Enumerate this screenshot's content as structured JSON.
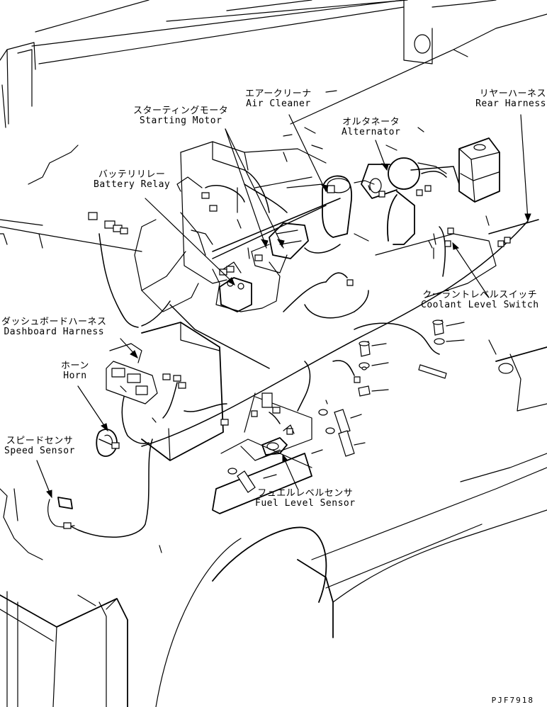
{
  "labels": {
    "starting_motor": {
      "jp": "スターティングモータ",
      "en": "Starting Motor"
    },
    "air_cleaner": {
      "jp": "エアークリーナ",
      "en": "Air Cleaner"
    },
    "alternator": {
      "jp": "オルタネータ",
      "en": "Alternator"
    },
    "rear_harness": {
      "jp": "リヤーハーネス",
      "en": "Rear Harness"
    },
    "battery_relay": {
      "jp": "バッテリリレー",
      "en": "Battery Relay"
    },
    "coolant_level_switch": {
      "jp": "クーラントレベルスイッチ",
      "en": "Coolant Level Switch"
    },
    "dashboard_harness": {
      "jp": "ダッシュボードハーネス",
      "en": "Dashboard Harness"
    },
    "horn": {
      "jp": "ホーン",
      "en": "Horn"
    },
    "speed_sensor": {
      "jp": "スピードセンサ",
      "en": "Speed Sensor"
    },
    "fuel_level_sensor": {
      "jp": "フュエルレベルセンサ",
      "en": "Fuel Level Sensor"
    }
  },
  "drawing_code": "PJF7918"
}
